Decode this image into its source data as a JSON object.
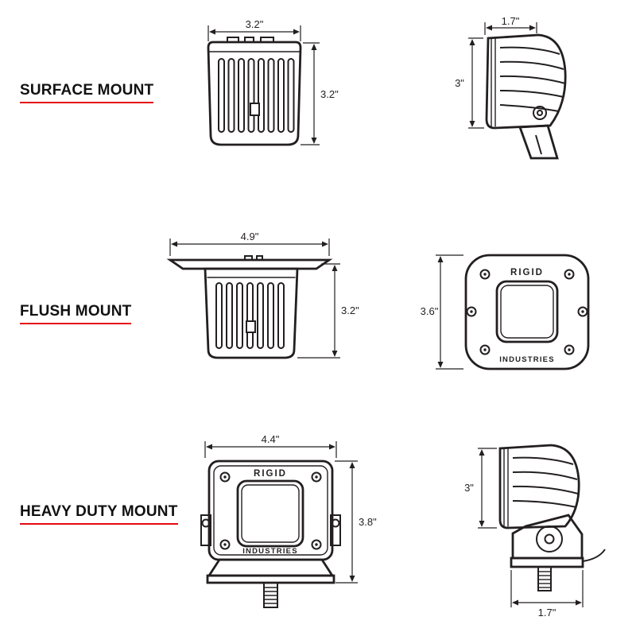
{
  "colors": {
    "accent_red": "#e50914",
    "line": "#231f20",
    "background": "#ffffff"
  },
  "brand": {
    "name_top": "RIGID",
    "name_bottom": "INDUSTRIES"
  },
  "sections": {
    "surface": {
      "label": "SURFACE MOUNT",
      "rear_width": "3.2\"",
      "rear_height": "3.2\"",
      "side_depth": "1.7\"",
      "side_height": "3\""
    },
    "flush": {
      "label": "FLUSH MOUNT",
      "rear_width": "4.9\"",
      "rear_height": "3.2\"",
      "front_height": "3.6\""
    },
    "heavy_duty": {
      "label": "HEAVY DUTY MOUNT",
      "front_width": "4.4\"",
      "front_height": "3.8\"",
      "side_height": "3\"",
      "side_depth": "1.7\""
    }
  }
}
